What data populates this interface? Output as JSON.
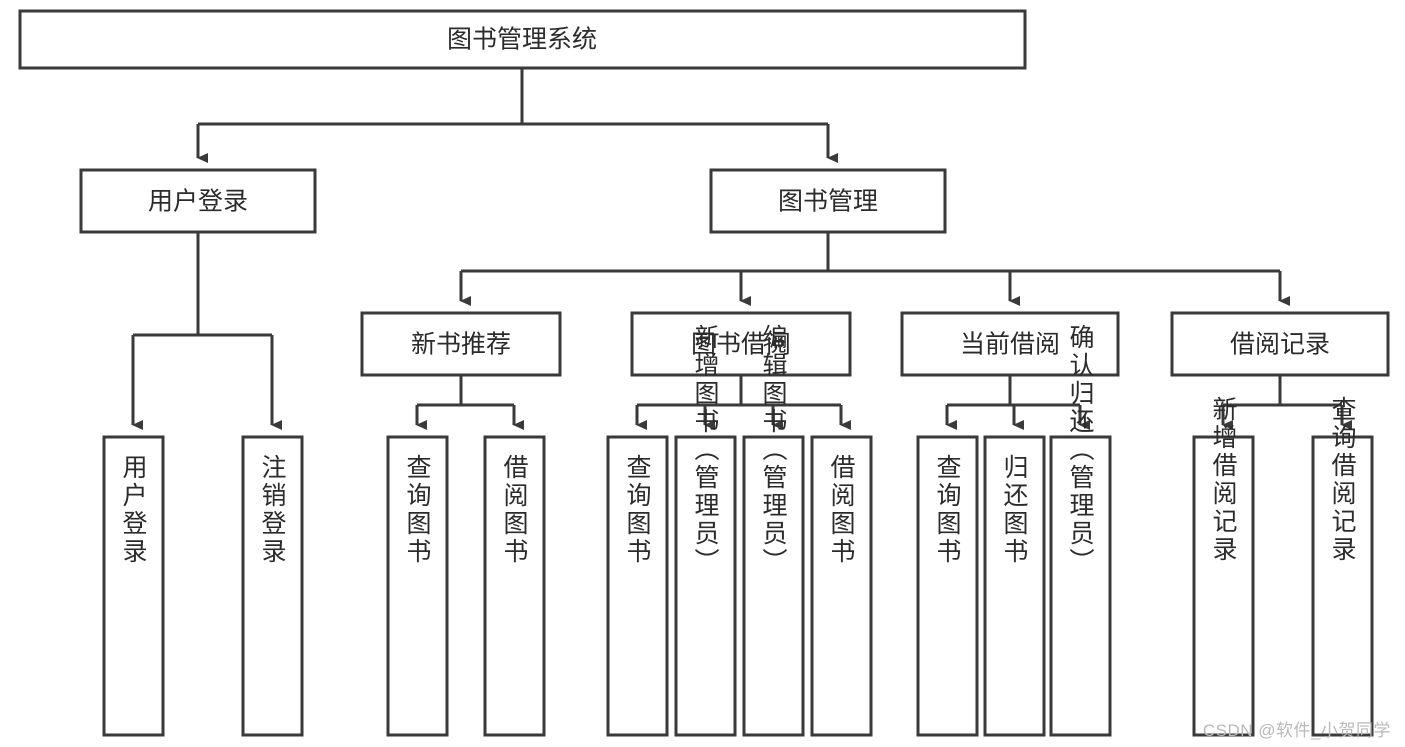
{
  "diagram": {
    "type": "tree-hierarchy-chart",
    "title": "图书管理系统",
    "arrow_style": "filled-triangle-down",
    "colors": {
      "box_stroke": "#3a3a3a",
      "box_fill": "#ffffff",
      "connector": "#3a3a3a",
      "text": "#2b2b2b",
      "background": "#ffffff",
      "watermark": "#b9b9b9"
    },
    "root": {
      "label": "图书管理系统"
    },
    "level2": [
      {
        "label": "用户登录"
      },
      {
        "label": "图书管理"
      }
    ],
    "level3": [
      {
        "label": "新书推荐"
      },
      {
        "label": "图书借阅"
      },
      {
        "label": "当前借阅"
      },
      {
        "label": "借阅记录"
      }
    ],
    "leaves": {
      "user_login": [
        {
          "label": "用户登录"
        },
        {
          "label": "注销登录"
        }
      ],
      "new_book_recommend": [
        {
          "label": "查询图书"
        },
        {
          "label": "借阅图书"
        }
      ],
      "book_borrow": [
        {
          "label": "查询图书"
        },
        {
          "label": "新增图书（管理员）"
        },
        {
          "label": "编辑图书（管理员）"
        },
        {
          "label": "借阅图书"
        }
      ],
      "current_borrow": [
        {
          "label": "查询图书"
        },
        {
          "label": "归还图书"
        },
        {
          "label": "确认归还（管理员）"
        }
      ],
      "borrow_record": [
        {
          "label": "新增借阅记录"
        },
        {
          "label": "查询借阅记录"
        }
      ]
    }
  },
  "watermark": {
    "text": "CSDN @软件_小贺同学"
  }
}
